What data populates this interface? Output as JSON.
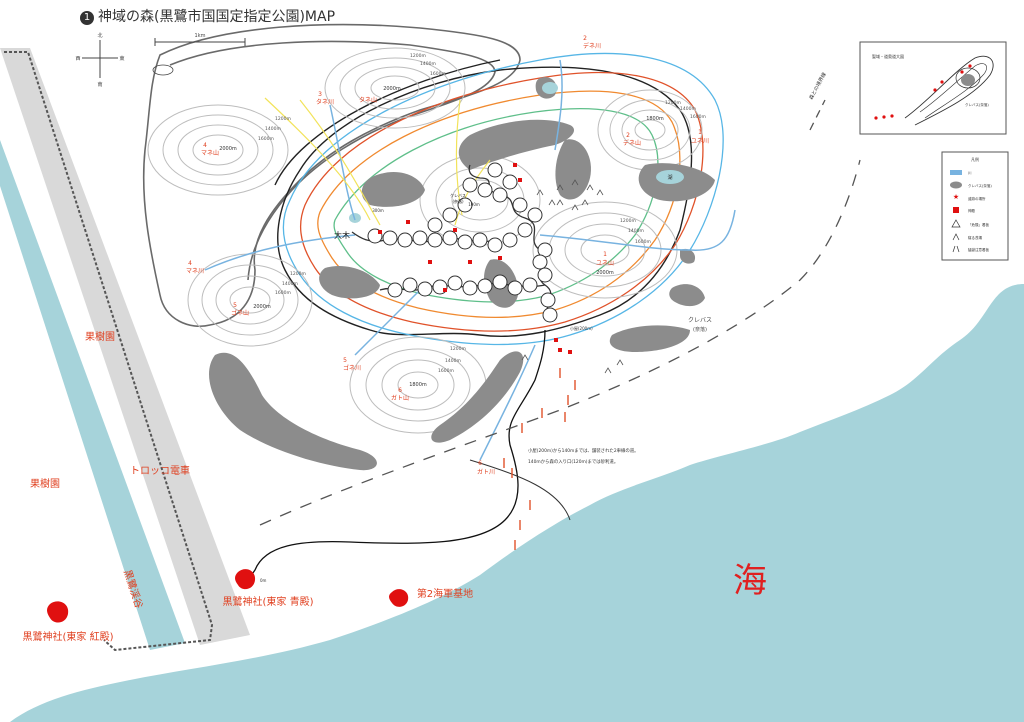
{
  "header": {
    "number": "1",
    "title": "神域の森(黒鷺市国国定指定公園)MAP"
  },
  "compass": {
    "north": "北",
    "south": "南",
    "east": "東",
    "west": "西"
  },
  "scale": {
    "label": "1km"
  },
  "mountains": [
    {
      "id": "1",
      "name": "ユネ山",
      "peak": "2000m"
    },
    {
      "id": "2",
      "name": "デネ山",
      "peak": "1800m"
    },
    {
      "id": "3",
      "name": "タネ山",
      "peak": "2000m"
    },
    {
      "id": "4",
      "name": "マネ山",
      "peak": "2000m"
    },
    {
      "id": "5",
      "name": "ゴネ山",
      "peak": "2000m"
    },
    {
      "id": "6",
      "name": "ガト山",
      "peak": "1800m"
    }
  ],
  "rivers": [
    {
      "id": "1",
      "name": "ユネ川"
    },
    {
      "id": "2",
      "name": "デネ川"
    },
    {
      "id": "3",
      "name": "タネ川"
    },
    {
      "id": "4",
      "name": "マネ川"
    },
    {
      "id": "5",
      "name": "ゴネ川"
    },
    {
      "id": "6",
      "name": "ガト川"
    }
  ],
  "contour_labels": [
    "1200m",
    "1400m",
    "1600m",
    "1800m"
  ],
  "labels": {
    "lake": "湖",
    "crevasse": "クレバス",
    "crevasse_sub": "(奈落)",
    "crevasse_center": "クレバス",
    "crevasse_center_sub": "(奈落)",
    "big_tree": "大木",
    "altitude_300": "300m",
    "altitude_100": "100m",
    "altitude_0": "0m",
    "hut": "小屋(200m)",
    "route_note_1": "小屋(200m)から140mまでは、舗装された2車線の道。",
    "route_note_2": "140mから森の入り口(120m)までは砂利道。",
    "orchard": "果樹園",
    "tram": "トロッコ電車",
    "valley": "黒鷺渓谷",
    "sea": "海",
    "shrine_kuroi": "黒鷺神社(東家 紅殿)",
    "shrine_aoi": "黒鷺神社(東家 青殿)",
    "navy_base": "第2海軍基地",
    "forest_boundary": "森との境界線"
  },
  "inset": {
    "title": "聖域・道奥道大図",
    "crevasse": "クレバス(奈落)"
  },
  "legend": {
    "title": "凡例",
    "items": [
      "川",
      "クレバス(奈落)",
      "遺跡の場所",
      "神殿",
      "「危険」看板",
      "寝る茂場",
      "猛獣注意看板"
    ]
  },
  "colors": {
    "sea": "#a6d3da",
    "rock": "#8c8c8c",
    "contour": "#6a6a6a",
    "contour_light": "#bdbdbd",
    "river": "#78b3e0",
    "trail_red": "#e0522a",
    "trail_orange": "#f08a30",
    "trail_blue": "#57b6e6",
    "trail_green": "#5fbf8a",
    "label_red": "#e04020",
    "shrine_red": "#e01010",
    "valley_band": "#d9d9d9",
    "river_band": "#a6d3da"
  }
}
